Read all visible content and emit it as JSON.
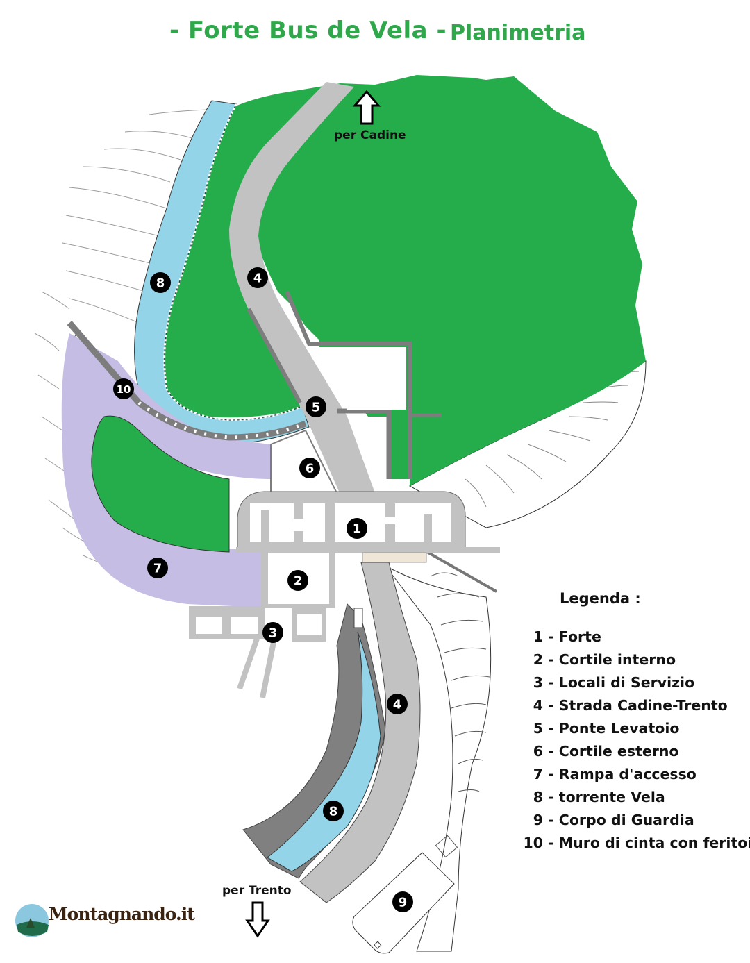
{
  "title": {
    "main": "- Forte Bus de Vela -",
    "sub": "Planimetria"
  },
  "colors": {
    "title_green": "#2ea84a",
    "vegetation_green": "#25ad4c",
    "river_blue": "#93d4e8",
    "road_gray": "#c2c2c2",
    "wall_gray": "#7d7d7d",
    "ramp_lilac": "#c5bde3",
    "marker_black": "#000000"
  },
  "directions": {
    "north": {
      "label": "per Cadine",
      "icon": "arrow-up-icon"
    },
    "south": {
      "label": "per Trento",
      "icon": "arrow-down-icon"
    }
  },
  "markers": [
    {
      "id": "1",
      "label": "1"
    },
    {
      "id": "2",
      "label": "2"
    },
    {
      "id": "3",
      "label": "3"
    },
    {
      "id": "4a",
      "label": "4"
    },
    {
      "id": "4b",
      "label": "4"
    },
    {
      "id": "5",
      "label": "5"
    },
    {
      "id": "6",
      "label": "6"
    },
    {
      "id": "7",
      "label": "7"
    },
    {
      "id": "8a",
      "label": "8"
    },
    {
      "id": "8b",
      "label": "8"
    },
    {
      "id": "9",
      "label": "9"
    },
    {
      "id": "10",
      "label": "10"
    }
  ],
  "legend": {
    "title": "Legenda :",
    "items": [
      {
        "num": "1",
        "text": "- Forte"
      },
      {
        "num": "2",
        "text": "- Cortile interno"
      },
      {
        "num": "3",
        "text": "- Locali di Servizio"
      },
      {
        "num": "4",
        "text": "- Strada Cadine-Trento"
      },
      {
        "num": "5",
        "text": "- Ponte Levatoio"
      },
      {
        "num": "6",
        "text": "- Cortile esterno"
      },
      {
        "num": "7",
        "text": "- Rampa d'accesso"
      },
      {
        "num": "8",
        "text": "- torrente Vela"
      },
      {
        "num": "9",
        "text": "- Corpo di Guardia"
      },
      {
        "num": "10",
        "text": "- Muro di cinta con feritoie"
      }
    ]
  },
  "logo": {
    "text": "Montagnando.it"
  }
}
